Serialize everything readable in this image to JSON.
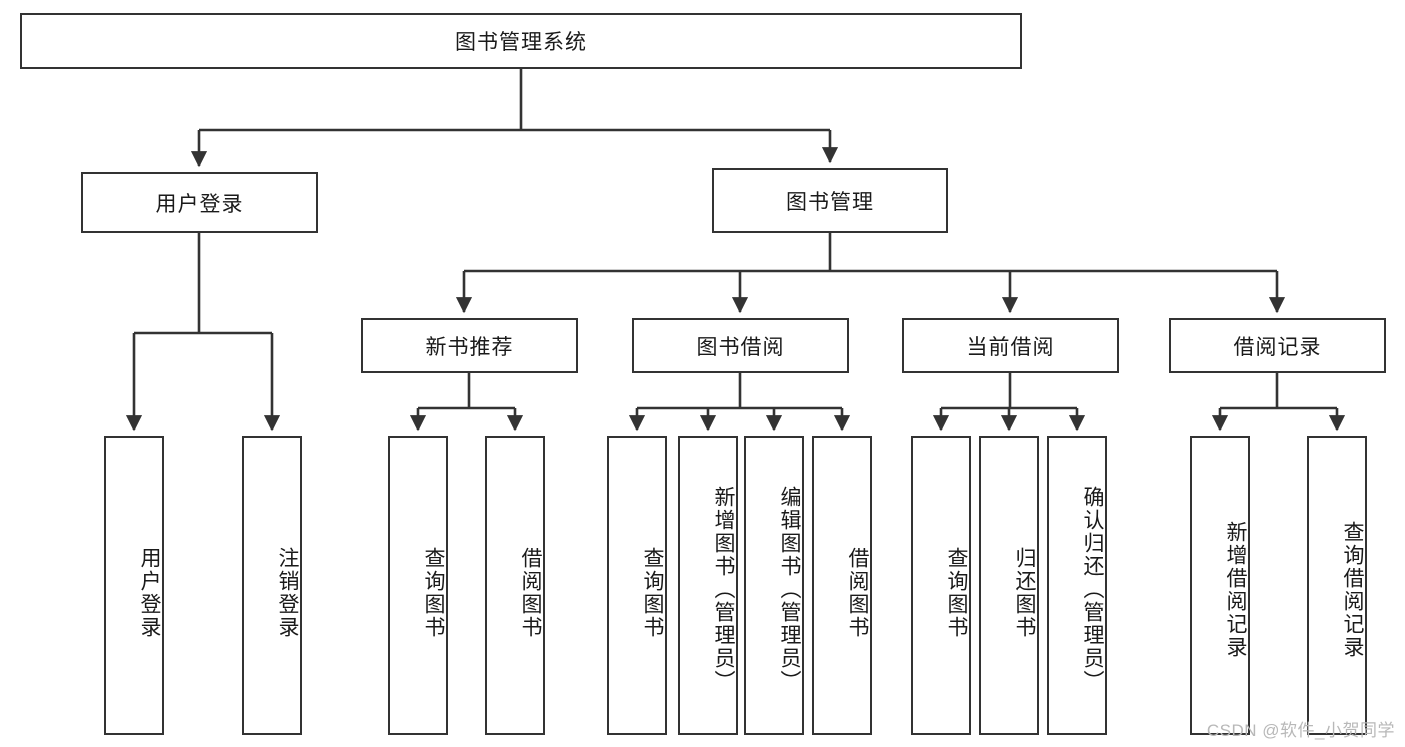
{
  "diagram": {
    "title": "图书管理系统",
    "type": "tree-hierarchy",
    "watermark": "CSDN @软件_小贺同学",
    "colors": {
      "background": "#ffffff",
      "stroke": "#333333",
      "text": "#1a1a1a",
      "watermark": "#b8b8b8"
    },
    "root": {
      "id": "root",
      "label": "图书管理系统"
    },
    "level2": [
      {
        "id": "user-login",
        "label": "用户登录"
      },
      {
        "id": "book-manage",
        "label": "图书管理"
      }
    ],
    "level3": [
      {
        "id": "new-book-rec",
        "label": "新书推荐"
      },
      {
        "id": "book-borrow",
        "label": "图书借阅"
      },
      {
        "id": "current-borrow",
        "label": "当前借阅"
      },
      {
        "id": "borrow-record",
        "label": "借阅记录"
      }
    ],
    "leaves": {
      "user-login": [
        {
          "id": "leaf-user-login",
          "label": "用户登录"
        },
        {
          "id": "leaf-logout-login",
          "label": "注销登录"
        }
      ],
      "new-book-rec": [
        {
          "id": "leaf-query-book-1",
          "label": "查询图书"
        },
        {
          "id": "leaf-borrow-book-1",
          "label": "借阅图书"
        }
      ],
      "book-borrow": [
        {
          "id": "leaf-query-book-2",
          "label": "查询图书"
        },
        {
          "id": "leaf-add-book",
          "label": "新增图书（管理员）"
        },
        {
          "id": "leaf-edit-book",
          "label": "编辑图书（管理员）"
        },
        {
          "id": "leaf-borrow-book-2",
          "label": "借阅图书"
        }
      ],
      "current-borrow": [
        {
          "id": "leaf-query-book-3",
          "label": "查询图书"
        },
        {
          "id": "leaf-return-book",
          "label": "归还图书"
        },
        {
          "id": "leaf-confirm-return",
          "label": "确认归还（管理员）"
        }
      ],
      "borrow-record": [
        {
          "id": "leaf-add-record",
          "label": "新增借阅记录"
        },
        {
          "id": "leaf-query-record",
          "label": "查询借阅记录"
        }
      ]
    }
  }
}
